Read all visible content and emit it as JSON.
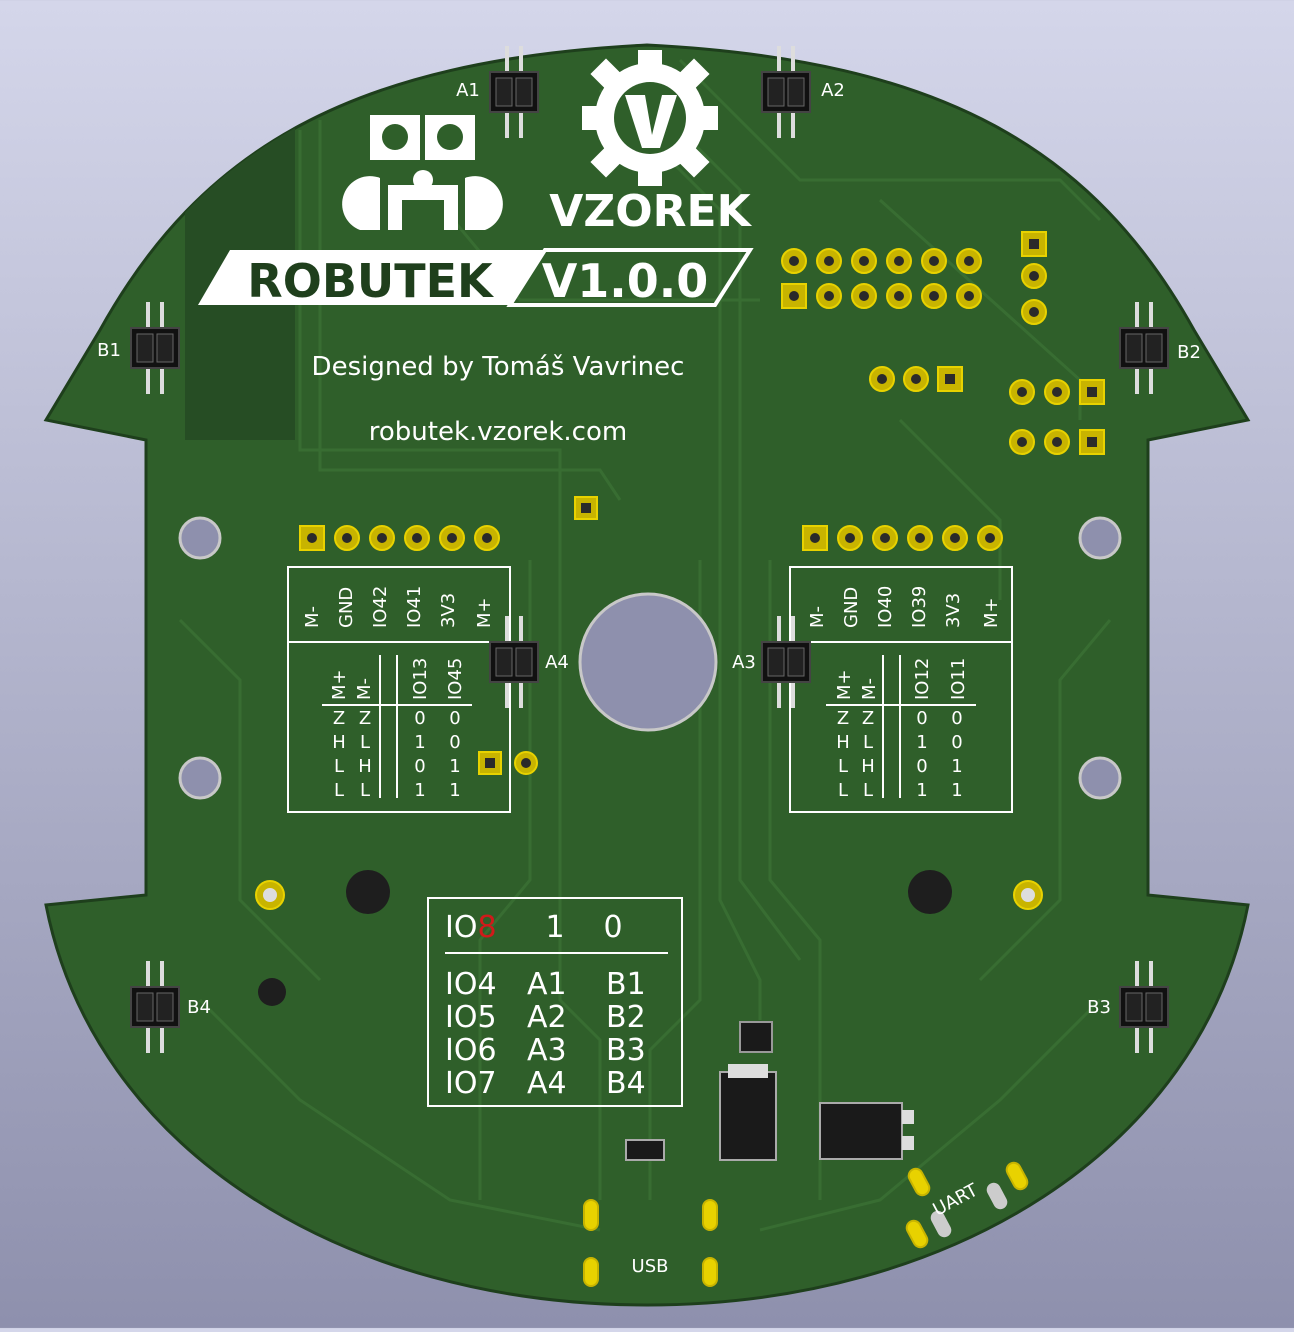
{
  "board": {
    "brand": "VZOREK",
    "title": "ROBUTEK",
    "version": "V1.0.0",
    "designer": "Designed by Tomáš Vavrinec",
    "website": "robutek.vzorek.com",
    "colors": {
      "background_top": "#d4d6ea",
      "background_bottom": "#8e90ad",
      "board": "#2f5f2a",
      "silkscreen": "#ffffff",
      "pads": "#c8b400",
      "highlight": "#d01a1a"
    }
  },
  "sensors": {
    "a1": "A1",
    "a2": "A2",
    "a3": "A3",
    "a4": "A4",
    "b1": "B1",
    "b2": "B2",
    "b3": "B3",
    "b4": "B4"
  },
  "connectors": {
    "usb": "USB",
    "uart": "UART"
  },
  "motor_left": {
    "pins": [
      "M-",
      "GND",
      "IO42",
      "IO41",
      "3V3",
      "M+"
    ],
    "headers": [
      "M+",
      "M-",
      "IO13",
      "IO45"
    ],
    "rows": [
      [
        "Z",
        "Z",
        "0",
        "0"
      ],
      [
        "H",
        "L",
        "1",
        "0"
      ],
      [
        "L",
        "H",
        "0",
        "1"
      ],
      [
        "L",
        "L",
        "1",
        "1"
      ]
    ]
  },
  "motor_right": {
    "pins": [
      "M-",
      "GND",
      "IO40",
      "IO39",
      "3V3",
      "M+"
    ],
    "headers": [
      "M+",
      "M-",
      "IO12",
      "IO11"
    ],
    "rows": [
      [
        "Z",
        "Z",
        "0",
        "0"
      ],
      [
        "H",
        "L",
        "1",
        "0"
      ],
      [
        "L",
        "H",
        "0",
        "1"
      ],
      [
        "L",
        "L",
        "1",
        "1"
      ]
    ]
  },
  "mux_table": {
    "header_prefix": "IO",
    "header_highlight": "8",
    "col1": "1",
    "col2": "0",
    "rows": [
      [
        "IO4",
        "A1",
        "B1"
      ],
      [
        "IO5",
        "A2",
        "B2"
      ],
      [
        "IO6",
        "A3",
        "B3"
      ],
      [
        "IO7",
        "A4",
        "B4"
      ]
    ]
  }
}
